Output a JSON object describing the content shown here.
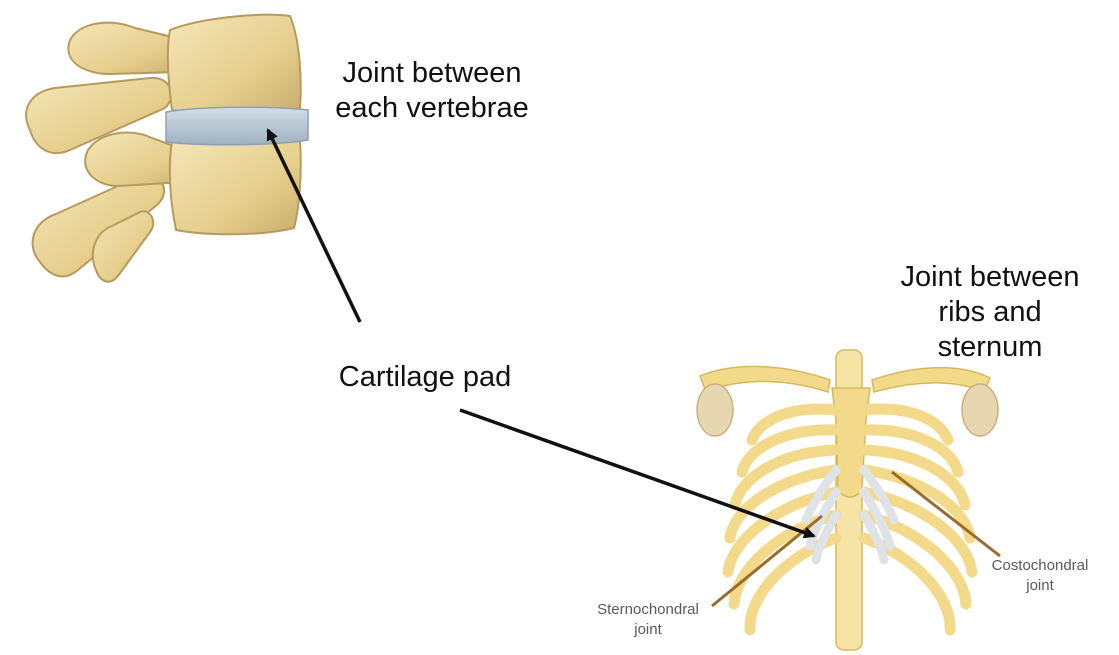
{
  "labels": {
    "vertebrae_joint": "Joint between\neach vertebrae",
    "ribs_sternum_joint": "Joint between\nribs and\nsternum",
    "cartilage_pad": "Cartilage pad",
    "sternochondral_joint": "Sternochondral\njoint",
    "costochondral_joint": "Costochondral\njoint"
  },
  "colors": {
    "bone": "#ecd9a0",
    "bone_shadow": "#c9ad6c",
    "cartilage": "#b7c6d3",
    "ribcage_bone": "#f3d98a",
    "ribcage_cartilage": "#dfe3e8",
    "arrow": "#111111",
    "leader_line": "#9b6b28"
  }
}
